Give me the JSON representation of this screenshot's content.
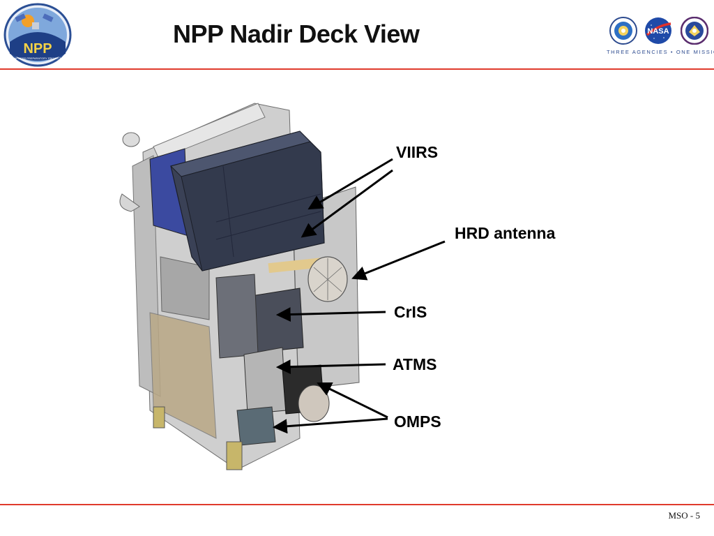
{
  "slide": {
    "title": "NPP Nadir Deck View",
    "footer": "MSO - 5"
  },
  "logos": {
    "npp": {
      "text": "NPP",
      "subtitle": "NPOESS PREPARATORY PROJECT"
    },
    "agencies": {
      "tagline": "THREE AGENCIES • ONE MISSION",
      "seals": [
        "commerce-seal-icon",
        "nasa-logo-icon",
        "defense-seal-icon"
      ]
    }
  },
  "callouts": {
    "viirs": "VIIRS",
    "hrd_antenna": "HRD antenna",
    "cris": "CrIS",
    "atms": "ATMS",
    "omps": "OMPS"
  },
  "colors": {
    "accent_rule": "#e03a2c",
    "instrument_dark": "#3a4156",
    "panel_blue": "#3b4aa0",
    "structure_gray": "#d4d4d4",
    "mli_gold": "#d8b874"
  }
}
